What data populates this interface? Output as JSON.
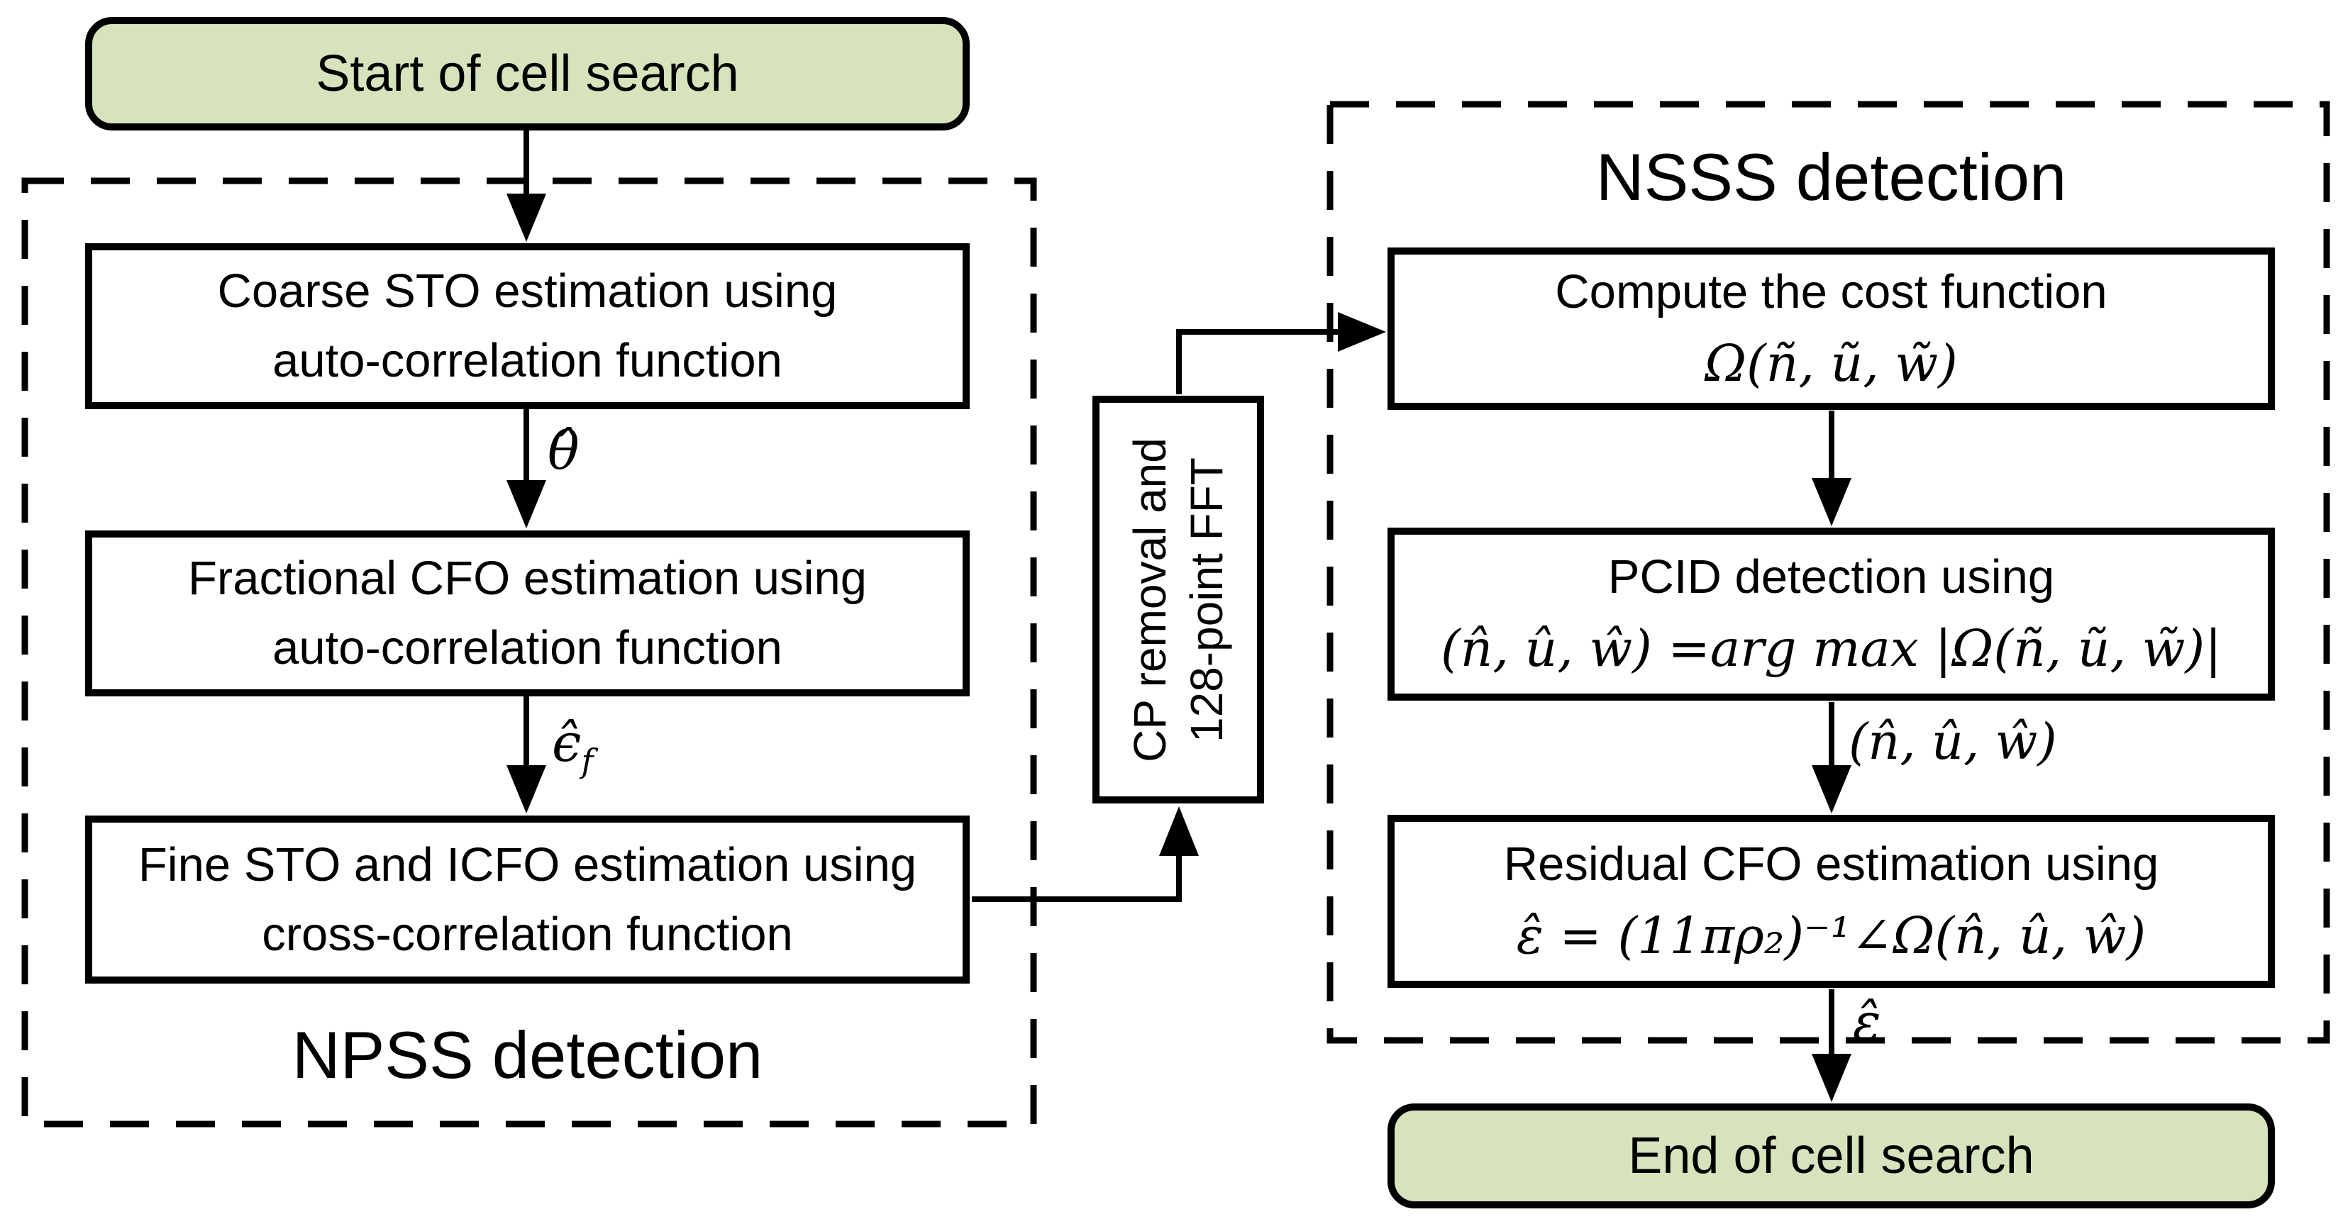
{
  "colors": {
    "terminal_fill": "#d6e3bc",
    "line_color": "#000000"
  },
  "start_box": {
    "label": "Start of cell search"
  },
  "npss": {
    "title": "NPSS detection",
    "coarse_box": {
      "line1": "Coarse STO estimation using",
      "line2": "auto-correlation function"
    },
    "frac_box": {
      "line1": "Fractional CFO estimation using",
      "line2": "auto-correlation function"
    },
    "fine_box": {
      "line1": "Fine STO and ICFO estimation using",
      "line2": "cross-correlation function"
    },
    "arrow_labels": {
      "theta_hat": "θ̂",
      "epsilon_hat_base": "ϵ̂",
      "epsilon_hat_sub": "f"
    }
  },
  "cp_box": {
    "line1": "CP removal and",
    "line2": "128-point FFT"
  },
  "nsss": {
    "title": "NSSS detection",
    "compute_box": {
      "line1": "Compute the cost function",
      "math": "Ω(ñ, ũ, w̃)"
    },
    "pcid_box": {
      "line1": "PCID detection using",
      "math": "(n̂, û, ŵ) =arg max |Ω(ñ, ũ, w̃)|"
    },
    "residual_box": {
      "line1": "Residual CFO estimation using",
      "math": "ε̂ = (11πρ₂)⁻¹∠Ω(n̂, û, ŵ)"
    },
    "arrow_labels": {
      "nuw_hat": "(n̂, û, ŵ)",
      "epsilon_hat": "ε̂"
    }
  },
  "end_box": {
    "label": "End of cell search"
  }
}
